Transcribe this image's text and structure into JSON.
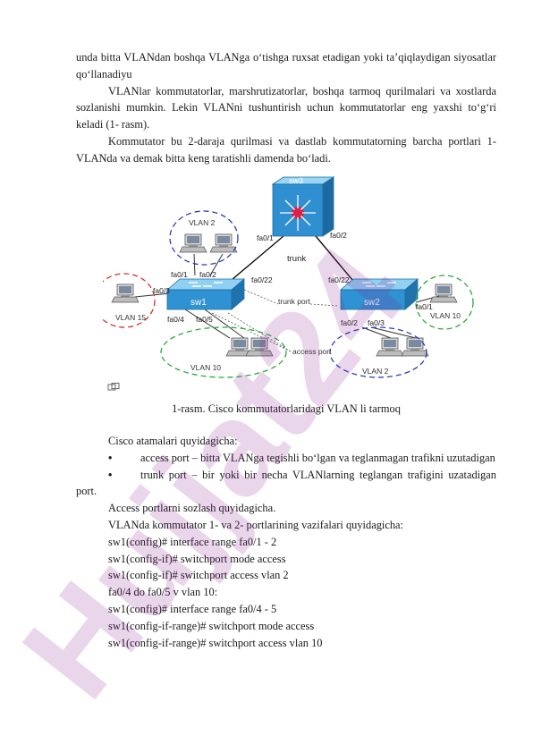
{
  "paragraphs_top": [
    "unda bitta VLANdan boshqa VLANga o‘tishga ruxsat etadigan yoki ta’qiqlaydigan siyosatlar qo‘llanadiyu",
    "VLANlar kommutatorlar, marshrutizatorlar, boshqa tarmoq qurilmalari va xostlarda sozlanishi mumkin. Lekin VLANni tushuntirish uchun kommutatorlar eng yaxshi to‘g‘ri keladi (1- rasm).",
    "Kommutator bu 2-daraja qurilmasi va dastlab kommutatorning barcha portlari 1- VLANda va demak bitta keng taratishli damenda bo‘ladi."
  ],
  "figure": {
    "sw3": "sw3",
    "sw1": "sw1",
    "sw2": "sw2",
    "trunk": "trunk",
    "trunk_port": "trunk port",
    "access_port": "access port",
    "vlan2_top": "VLAN 2",
    "vlan15": "VLAN 15",
    "vlan10_left": "VLAN 10",
    "vlan2_bottom": "VLAN 2",
    "vlan10_right": "VLAN 10",
    "p_fa01_sw3": "fa0/1",
    "p_fa02_sw3": "fa0/2",
    "p_fa01_sw1": "fa0/1",
    "p_fa02_sw1": "fa0/2",
    "p_fa03_sw1": "fa0/3",
    "p_fa04_sw1": "fa0/4",
    "p_fa05_sw1": "fa0/5",
    "p_fa022_sw1": "fa0/22",
    "p_fa022_sw2": "fa0/22",
    "p_fa01_sw2": "fa0/1",
    "p_fa02_sw2": "fa0/2",
    "p_fa03_sw2": "fa0/3"
  },
  "caption": "1-rasm. Cisco kommutatorlaridagi VLAN li tarmoq",
  "intro": "Cisco atamalari quyidagicha:",
  "bullets": [
    "access port – bitta VLANga tegishli bo‘lgan va teglanmagan trafikni uzutadigan",
    "trunk port – bir yoki bir necha VLANlarning teglangan trafigini uzatadigan port."
  ],
  "lines": [
    "Access portlarni sozlash quyidagicha.",
    "VLANda kommutator 1- va 2- portlarining vazifalari quyidagicha:",
    "sw1(config)# interface range fa0/1 - 2",
    "sw1(config-if)# switchport mode access",
    "sw1(config-if)# switchport access vlan 2",
    "fa0/4 do fa0/5 v vlan 10:",
    "sw1(config)# interface range fa0/4 - 5",
    "sw1(config-if-range)# switchport mode access",
    "sw1(config-if-range)# switchport access vlan 10"
  ],
  "watermark": "Hujjat24",
  "colors": {
    "watermark": "#8a1a90",
    "switch": "#3aa0d8",
    "router": "#2f8fd0"
  }
}
